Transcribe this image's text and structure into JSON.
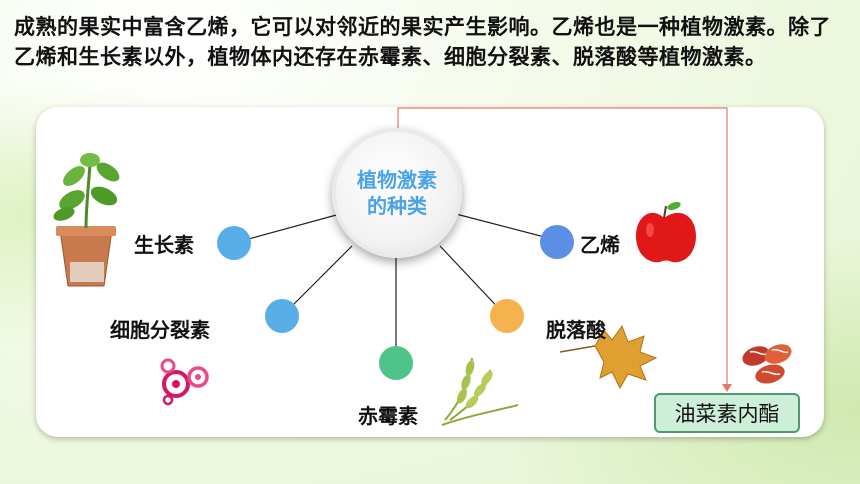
{
  "intro_text": "成熟的果实中富含乙烯，它可以对邻近的果实产生影响。乙烯也是一种植物激素。除了乙烯和生长素以外，植物体内还存在赤霉素、细胞分裂素、脱落酸等植物激素。",
  "center": {
    "line1": "植物激素",
    "line2": "的种类"
  },
  "hormones": [
    {
      "label": "生长素",
      "color": "#5aaee8"
    },
    {
      "label": "细胞分裂素",
      "color": "#5aaee8"
    },
    {
      "label": "赤霉素",
      "color": "#4fc48a"
    },
    {
      "label": "脱落酸",
      "color": "#f6b24e"
    },
    {
      "label": "乙烯",
      "color": "#5b8fe6"
    }
  ],
  "extra_hormone": {
    "label": "油菜素内酯"
  },
  "colors": {
    "center_text": "#4aa3e8",
    "connector": "#e0786a",
    "button_border": "#4f9a6c",
    "button_fill": "#cdeed8"
  },
  "icons": [
    "plant-seedling-icon",
    "pink-swirl-icon",
    "wheat-icon",
    "maple-leaf-icon",
    "apple-icon",
    "beans-icon"
  ]
}
